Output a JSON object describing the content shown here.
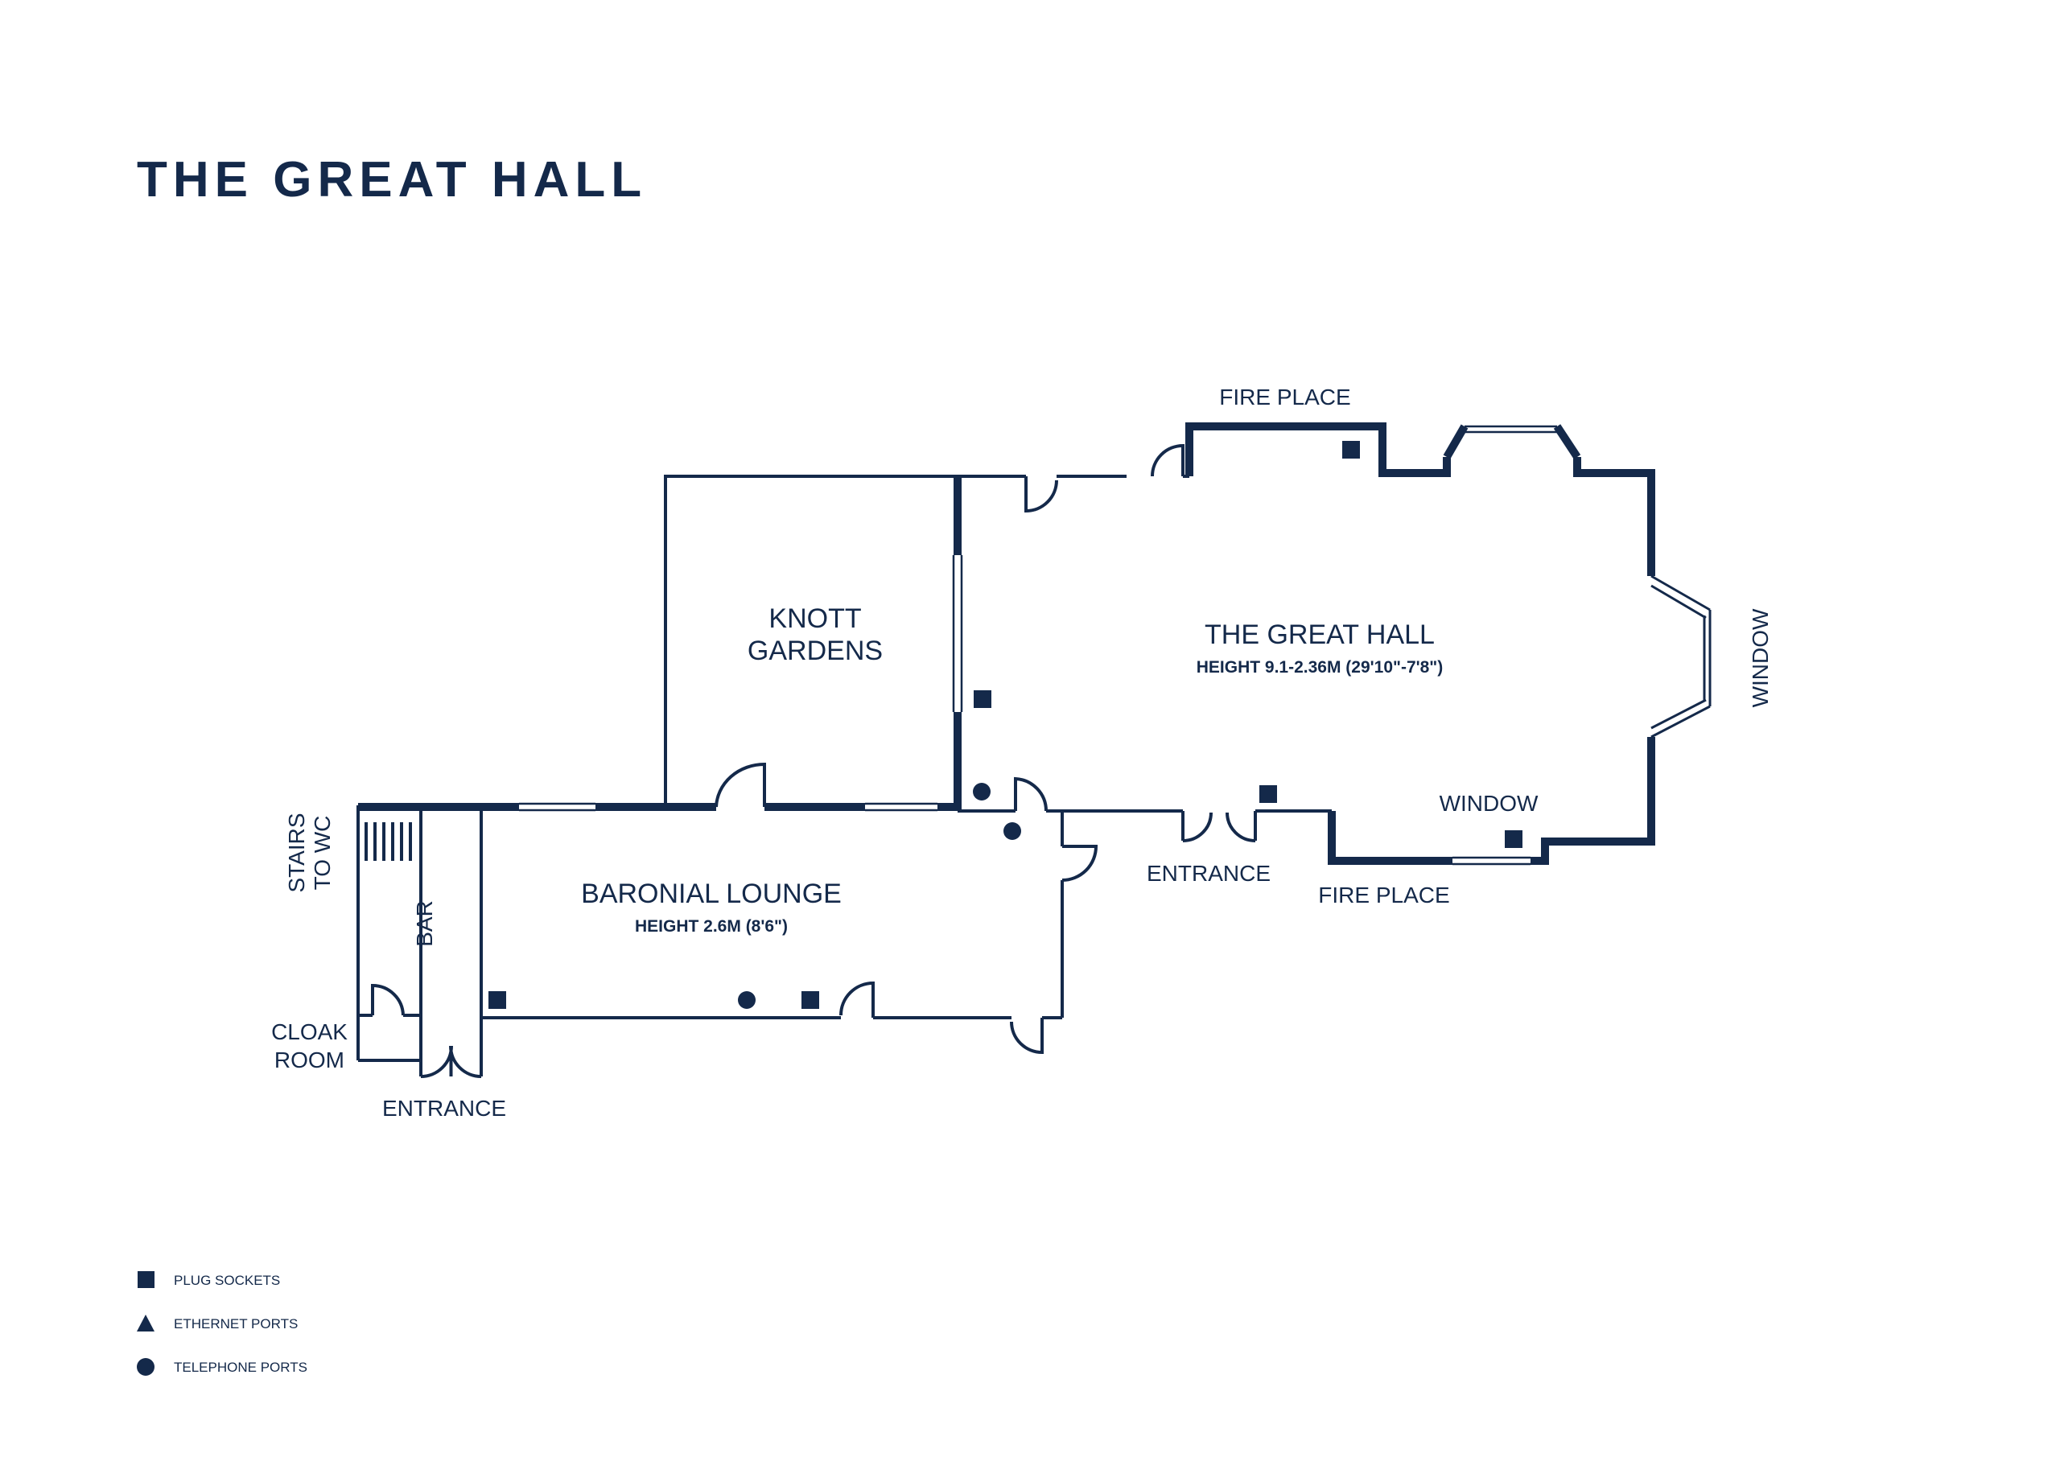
{
  "page": {
    "title": "THE GREAT HALL"
  },
  "rooms": {
    "great_hall": {
      "name": "THE GREAT HALL",
      "height": "HEIGHT 9.1-2.36M (29'10\"-7'8\")"
    },
    "knott_gardens": {
      "line1": "KNOTT",
      "line2": "GARDENS"
    },
    "baronial_lounge": {
      "name": "BARONIAL LOUNGE",
      "height": "HEIGHT 2.6M (8'6\")"
    },
    "bar": "BAR",
    "cloak_room": {
      "line1": "CLOAK",
      "line2": "ROOM"
    },
    "stairs": {
      "line1": "STAIRS",
      "line2": "TO WC"
    }
  },
  "annotations": {
    "fire_place_top": "FIRE PLACE",
    "fire_place_bottom": "FIRE PLACE",
    "window_right": "WINDOW",
    "window_bottom": "WINDOW",
    "entrance_main": "ENTRANCE",
    "entrance_bar": "ENTRANCE"
  },
  "legend": [
    {
      "label": "PLUG SOCKETS",
      "icon": "square-icon"
    },
    {
      "label": "ETHERNET PORTS",
      "icon": "triangle-icon"
    },
    {
      "label": "TELEPHONE PORTS",
      "icon": "circle-icon"
    }
  ],
  "colors": {
    "ink": "#14294a",
    "background": "#ffffff"
  }
}
